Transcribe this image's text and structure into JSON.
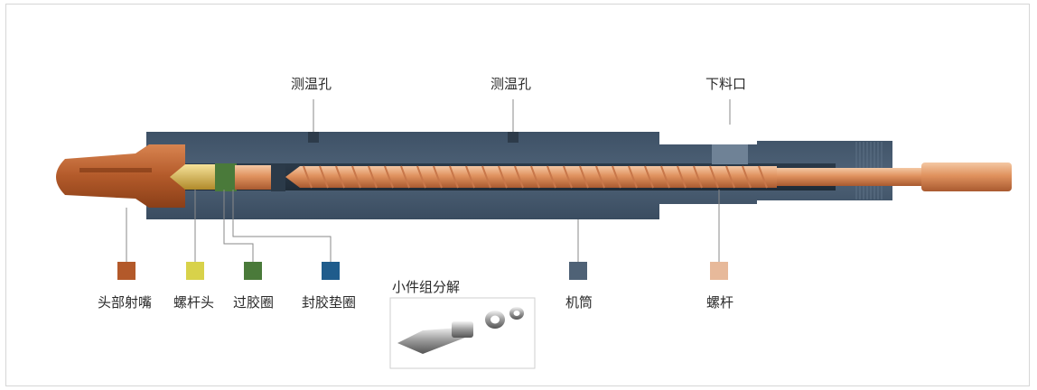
{
  "labels": {
    "temp_hole_1": "测温孔",
    "temp_hole_2": "测温孔",
    "feed_port": "下料口",
    "nozzle_head": "头部射嘴",
    "screw_head": "螺杆头",
    "check_ring": "过胶圈",
    "seal_washer": "封胶垫圈",
    "small_parts": "小件组分解",
    "barrel": "机筒",
    "screw": "螺杆"
  },
  "colors": {
    "nozzle_head": "#b3592a",
    "screw_head": "#d8d24a",
    "check_ring": "#4a7a3a",
    "seal_washer": "#1f5c8c",
    "barrel": "#4f6276",
    "screw": "#e7b99a"
  }
}
